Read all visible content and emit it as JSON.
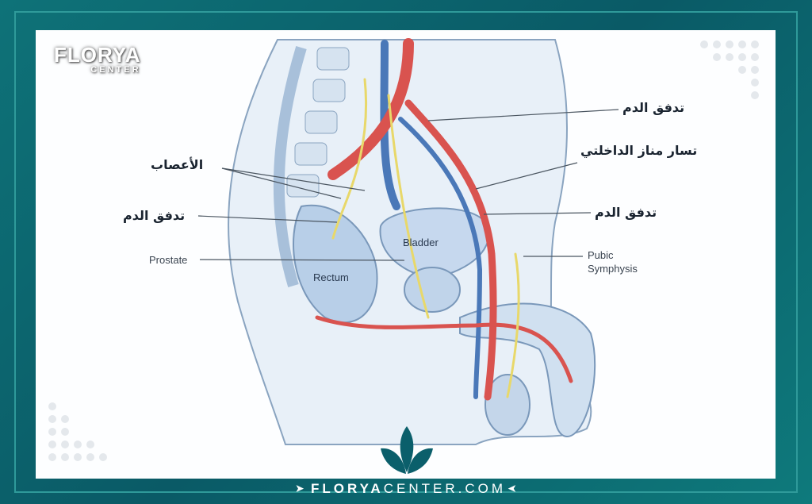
{
  "brand": {
    "name": "FLORYA",
    "sub": "CENTER"
  },
  "footer": {
    "site_bold": "FLORYA",
    "site_rest": "CENTER.COM"
  },
  "labels": {
    "blood_flow_top": "تدفق الدم",
    "internal_artery": "تسار مناز الداخلتي",
    "nerves": "الأعصاب",
    "blood_flow_left": "تدفق الدم",
    "blood_flow_right": "تدفق الدم",
    "prostate": "Prostate",
    "pubic_symphysis_1": "Pubic",
    "pubic_symphysis_2": "Symphysis",
    "bladder": "Bladder",
    "rectum": "Rectum"
  },
  "colors": {
    "frame": "#0b6570",
    "artery": "#d9534f",
    "vein": "#4a78b8",
    "nerve": "#e8d86a",
    "tissue": "#c9dcef"
  }
}
